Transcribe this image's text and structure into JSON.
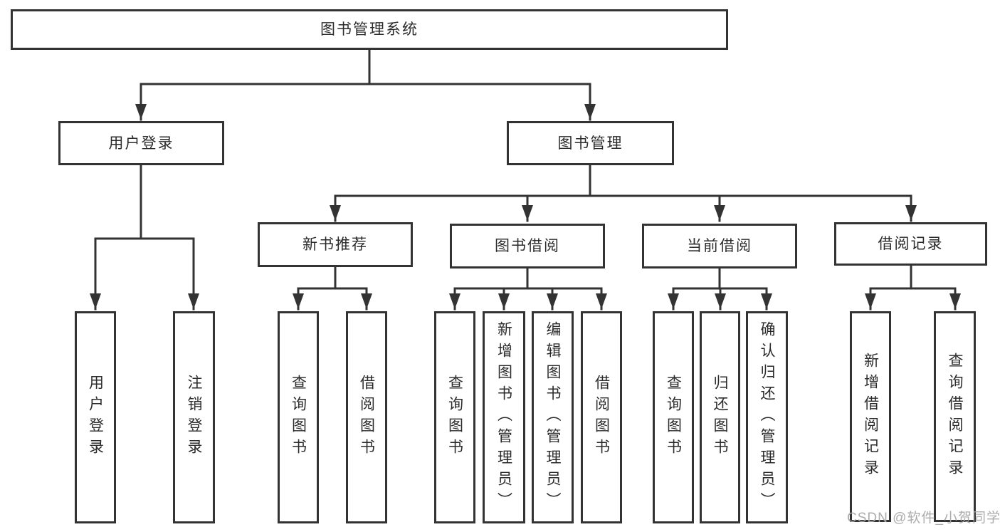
{
  "diagram": {
    "type": "hierarchy-tree",
    "title": "图书管理系统",
    "colors": {
      "line": "#333333",
      "box_border": "#333333",
      "box_fill": "#ffffff",
      "text": "#2b2b2b",
      "background": "#ffffff",
      "watermark": "#a8a8a8"
    },
    "nodes": {
      "root": {
        "label": "图书管理系统"
      },
      "user_login": {
        "label": "用户登录"
      },
      "book_mgmt": {
        "label": "图书管理"
      },
      "new_book_rec": {
        "label": "新书推荐"
      },
      "book_borrow": {
        "label": "图书借阅"
      },
      "current_borrow": {
        "label": "当前借阅"
      },
      "borrow_record": {
        "label": "借阅记录"
      },
      "leaf_login": {
        "label": "用户登录"
      },
      "leaf_logout": {
        "label": "注销登录"
      },
      "nb_query": {
        "label": "查询图书"
      },
      "nb_borrow": {
        "label": "借阅图书"
      },
      "bb_query": {
        "label": "查询图书"
      },
      "bb_add": {
        "label": "新增图书（管理员）"
      },
      "bb_edit": {
        "label": "编辑图书（管理员）"
      },
      "bb_borrow": {
        "label": "借阅图书"
      },
      "cb_query": {
        "label": "查询图书"
      },
      "cb_return": {
        "label": "归还图书"
      },
      "cb_confirm": {
        "label": "确认归还（管理员）"
      },
      "br_add": {
        "label": "新增借阅记录"
      },
      "br_query": {
        "label": "查询借阅记录"
      }
    },
    "structure": {
      "root": "图书管理系统",
      "children": [
        {
          "label": "用户登录",
          "children": [
            "用户登录",
            "注销登录"
          ]
        },
        {
          "label": "图书管理",
          "children": [
            {
              "label": "新书推荐",
              "children": [
                "查询图书",
                "借阅图书"
              ]
            },
            {
              "label": "图书借阅",
              "children": [
                "查询图书",
                "新增图书（管理员）",
                "编辑图书（管理员）",
                "借阅图书"
              ]
            },
            {
              "label": "当前借阅",
              "children": [
                "查询图书",
                "归还图书",
                "确认归还（管理员）"
              ]
            },
            {
              "label": "借阅记录",
              "children": [
                "新增借阅记录",
                "查询借阅记录"
              ]
            }
          ]
        }
      ]
    },
    "watermark": {
      "text": "CSDN @软件_小贺同学"
    }
  }
}
